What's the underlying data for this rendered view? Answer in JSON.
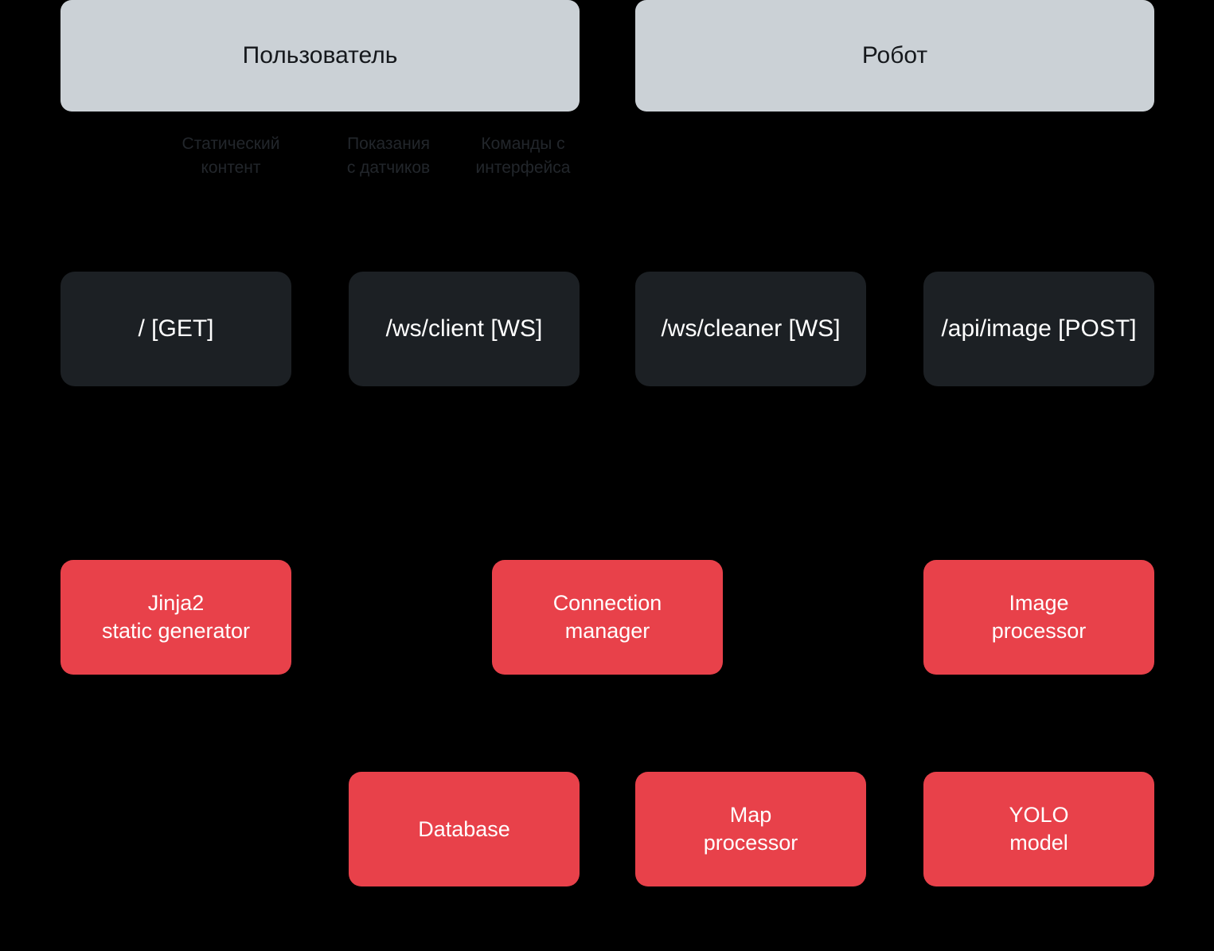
{
  "diagram": {
    "background_color": "#000000",
    "actor_color": "#cbd1d6",
    "endpoint_color": "#1c2024",
    "service_color": "#e8414a",
    "label_color": "#22262b"
  },
  "actors": [
    {
      "id": "user",
      "label": "Пользователь"
    },
    {
      "id": "robot",
      "label": "Робот"
    }
  ],
  "flow_labels": [
    {
      "id": "static-content",
      "label": "Статический\nконтент"
    },
    {
      "id": "sensor-readings",
      "label": "Показания\nс датчиков"
    },
    {
      "id": "interface-commands",
      "label": "Команды с\nинтерфейса"
    }
  ],
  "endpoints": [
    {
      "id": "root-get",
      "label": "/ [GET]"
    },
    {
      "id": "ws-client",
      "label": "/ws/client [WS]"
    },
    {
      "id": "ws-cleaner",
      "label": "/ws/cleaner [WS]"
    },
    {
      "id": "api-image",
      "label": "/api/image [POST]"
    }
  ],
  "services_row1": [
    {
      "id": "jinja2",
      "label": "Jinja2\nstatic generator"
    },
    {
      "id": "connection-manager",
      "label": "Connection\nmanager"
    },
    {
      "id": "image-processor",
      "label": "Image\nprocessor"
    }
  ],
  "services_row2": [
    {
      "id": "database",
      "label": "Database"
    },
    {
      "id": "map-processor",
      "label": "Map\nprocessor"
    },
    {
      "id": "yolo-model",
      "label": "YOLO\nmodel"
    }
  ]
}
